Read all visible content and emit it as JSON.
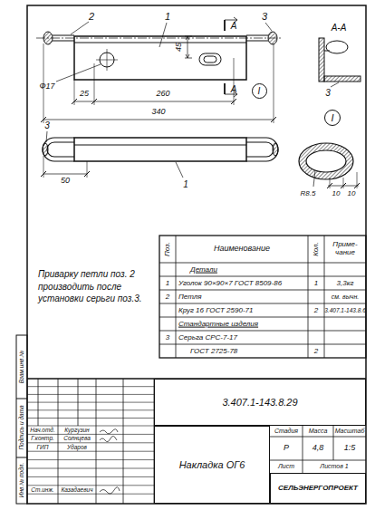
{
  "diagram": {
    "nodes": [
      {
        "text": [
          "I"
        ]
      },
      {
        "text": [
          "I"
        ]
      },
      {
        "text": [
          "3.407.1-143.8.29"
        ]
      },
      {
        "text": [
          "Накладка ОГ6"
        ]
      },
      {
        "text": [
          "СЕЛЬЭНЕРГОПРОЕКТ"
        ]
      }
    ],
    "labels": [
      "2",
      "1",
      "3",
      "A",
      "A-A",
      "45",
      "Ф17",
      "25",
      "260",
      "A",
      "340",
      "3",
      "3",
      "50",
      "1",
      "R8.5",
      "10",
      "10",
      "Приварку петли поз. 2 производить после установки серьги поз.3.",
      "Поз.",
      "Наименование",
      "Кол.",
      "Приме- чание",
      "Детали",
      "1",
      "Уголок 90×90×7 ГОСТ 8509-86",
      "1",
      "3,3кг",
      "2",
      "Петля",
      "см. вычн.",
      "Круг 16 ГОСТ 2590-71",
      "2",
      "3.407.1-143.8.6",
      "Стандартные изделия",
      "3",
      "Серьга СРС-7-17",
      "ГОСТ 2725-78",
      "2",
      "Стадия",
      "Масса",
      "Масштаб",
      "Р",
      "4,8",
      "1:5",
      "Лист",
      "Листов 1",
      "Нач.отд.",
      "Кургузин",
      "Г.контр.",
      "Солнцева",
      "ГИП",
      "Ударов",
      "Ст.инж.",
      "Казадаевич",
      "Инв.№ подл.",
      "Подпись и дата",
      "Взам.инв.№"
    ]
  }
}
